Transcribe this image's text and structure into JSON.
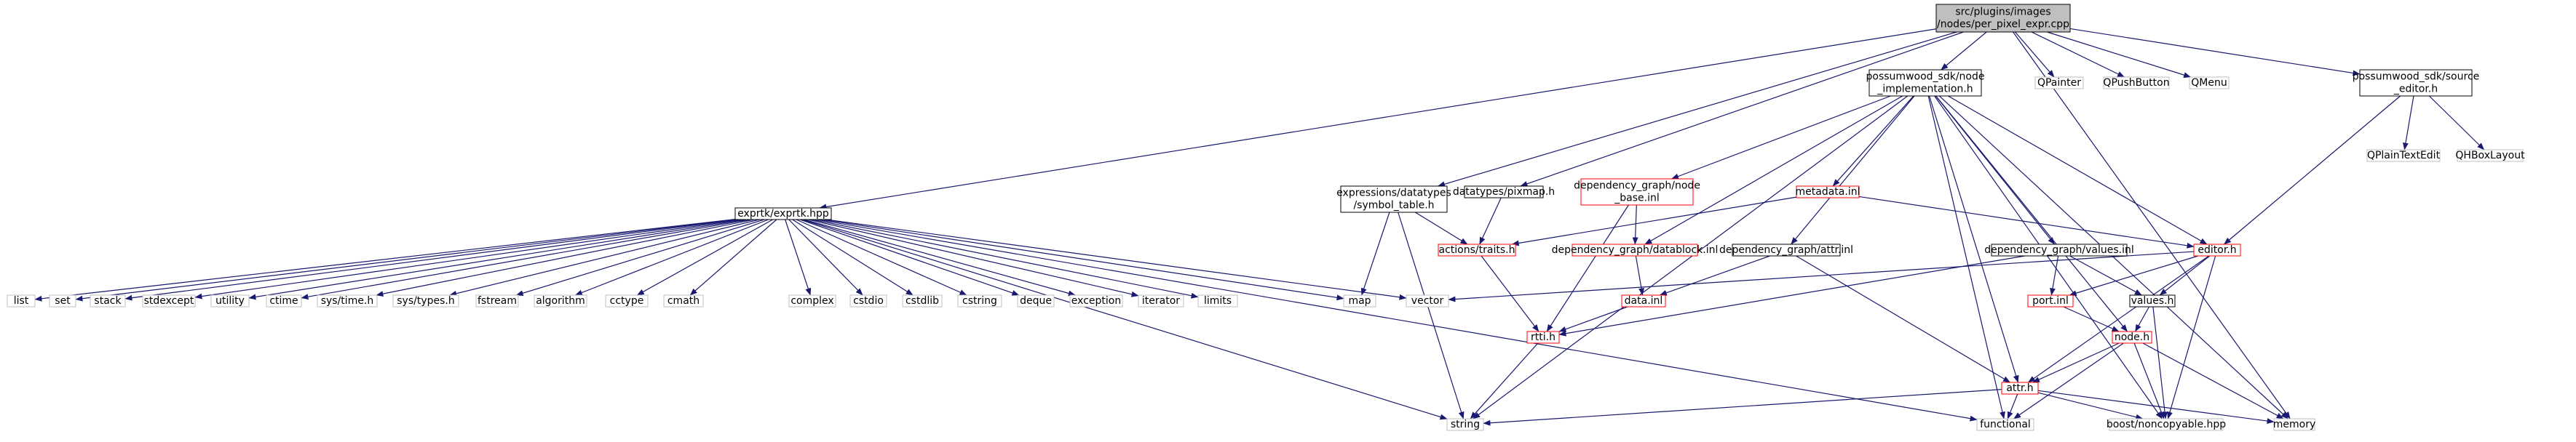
{
  "colors": {
    "edge": "#191970",
    "border_default": "#000000",
    "border_incomplete": "#ff0000",
    "border_external": "#bfbfbf",
    "root_fill": "#bfbfbf",
    "node_fill": "#ffffff"
  },
  "nodes": [
    {
      "id": "root",
      "lines": [
        "src/plugins/images",
        "/nodes/per_pixel_expr.cpp"
      ],
      "style": "root"
    },
    {
      "id": "exprtk",
      "lines": [
        "exprtk/exprtk.hpp"
      ],
      "style": "default"
    },
    {
      "id": "symtab",
      "lines": [
        "expressions/datatypes",
        "/symbol_table.h"
      ],
      "style": "default"
    },
    {
      "id": "pixmap",
      "lines": [
        "datatypes/pixmap.h"
      ],
      "style": "default"
    },
    {
      "id": "nodeimpl",
      "lines": [
        "possumwood_sdk/node",
        "_implementation.h"
      ],
      "style": "default"
    },
    {
      "id": "qpainter",
      "lines": [
        "QPainter"
      ],
      "style": "external"
    },
    {
      "id": "qpushbutton",
      "lines": [
        "QPushButton"
      ],
      "style": "external"
    },
    {
      "id": "qmenu",
      "lines": [
        "QMenu"
      ],
      "style": "external"
    },
    {
      "id": "srceditor",
      "lines": [
        "possumwood_sdk/source",
        "_editor.h"
      ],
      "style": "default"
    },
    {
      "id": "qplaintextedit",
      "lines": [
        "QPlainTextEdit"
      ],
      "style": "external"
    },
    {
      "id": "qhboxlayout",
      "lines": [
        "QHBoxLayout"
      ],
      "style": "external"
    },
    {
      "id": "depnodebase",
      "lines": [
        "dependency_graph/node",
        "_base.inl"
      ],
      "style": "incomplete"
    },
    {
      "id": "metadata",
      "lines": [
        "metadata.inl"
      ],
      "style": "incomplete"
    },
    {
      "id": "actionstraits",
      "lines": [
        "actions/traits.h"
      ],
      "style": "incomplete"
    },
    {
      "id": "datablock",
      "lines": [
        "dependency_graph/datablock.inl"
      ],
      "style": "incomplete"
    },
    {
      "id": "depattr",
      "lines": [
        "dependency_graph/attr.inl"
      ],
      "style": "default"
    },
    {
      "id": "depvalues",
      "lines": [
        "dependency_graph/values.inl"
      ],
      "style": "default"
    },
    {
      "id": "editor",
      "lines": [
        "editor.h"
      ],
      "style": "incomplete"
    },
    {
      "id": "list",
      "lines": [
        "list"
      ],
      "style": "external"
    },
    {
      "id": "set",
      "lines": [
        "set"
      ],
      "style": "external"
    },
    {
      "id": "stack",
      "lines": [
        "stack"
      ],
      "style": "external"
    },
    {
      "id": "stdexcept",
      "lines": [
        "stdexcept"
      ],
      "style": "external"
    },
    {
      "id": "utility",
      "lines": [
        "utility"
      ],
      "style": "external"
    },
    {
      "id": "ctime",
      "lines": [
        "ctime"
      ],
      "style": "external"
    },
    {
      "id": "systime",
      "lines": [
        "sys/time.h"
      ],
      "style": "external"
    },
    {
      "id": "systypes",
      "lines": [
        "sys/types.h"
      ],
      "style": "external"
    },
    {
      "id": "fstream",
      "lines": [
        "fstream"
      ],
      "style": "external"
    },
    {
      "id": "algorithm",
      "lines": [
        "algorithm"
      ],
      "style": "external"
    },
    {
      "id": "cctype",
      "lines": [
        "cctype"
      ],
      "style": "external"
    },
    {
      "id": "cmath",
      "lines": [
        "cmath"
      ],
      "style": "external"
    },
    {
      "id": "complex",
      "lines": [
        "complex"
      ],
      "style": "external"
    },
    {
      "id": "cstdio",
      "lines": [
        "cstdio"
      ],
      "style": "external"
    },
    {
      "id": "cstdlib",
      "lines": [
        "cstdlib"
      ],
      "style": "external"
    },
    {
      "id": "cstring",
      "lines": [
        "cstring"
      ],
      "style": "external"
    },
    {
      "id": "deque",
      "lines": [
        "deque"
      ],
      "style": "external"
    },
    {
      "id": "exception",
      "lines": [
        "exception"
      ],
      "style": "external"
    },
    {
      "id": "iterator",
      "lines": [
        "iterator"
      ],
      "style": "external"
    },
    {
      "id": "limits",
      "lines": [
        "limits"
      ],
      "style": "external"
    },
    {
      "id": "map",
      "lines": [
        "map"
      ],
      "style": "external"
    },
    {
      "id": "vector",
      "lines": [
        "vector"
      ],
      "style": "external"
    },
    {
      "id": "datainl",
      "lines": [
        "data.inl"
      ],
      "style": "incomplete"
    },
    {
      "id": "portinl",
      "lines": [
        "port.inl"
      ],
      "style": "incomplete"
    },
    {
      "id": "valuesh",
      "lines": [
        "values.h"
      ],
      "style": "default"
    },
    {
      "id": "rtti",
      "lines": [
        "rtti.h"
      ],
      "style": "incomplete"
    },
    {
      "id": "nodeh",
      "lines": [
        "node.h"
      ],
      "style": "incomplete"
    },
    {
      "id": "attrh",
      "lines": [
        "attr.h"
      ],
      "style": "incomplete"
    },
    {
      "id": "string",
      "lines": [
        "string"
      ],
      "style": "external"
    },
    {
      "id": "functional",
      "lines": [
        "functional"
      ],
      "style": "external"
    },
    {
      "id": "noncopyable",
      "lines": [
        "boost/noncopyable.hpp"
      ],
      "style": "external"
    },
    {
      "id": "memory",
      "lines": [
        "memory"
      ],
      "style": "external"
    }
  ],
  "edges": [
    [
      "root",
      "exprtk"
    ],
    [
      "root",
      "symtab"
    ],
    [
      "root",
      "pixmap"
    ],
    [
      "root",
      "nodeimpl"
    ],
    [
      "root",
      "qpainter"
    ],
    [
      "root",
      "qpushbutton"
    ],
    [
      "root",
      "qmenu"
    ],
    [
      "root",
      "srceditor"
    ],
    [
      "root",
      "memory"
    ],
    [
      "exprtk",
      "list"
    ],
    [
      "exprtk",
      "set"
    ],
    [
      "exprtk",
      "stack"
    ],
    [
      "exprtk",
      "stdexcept"
    ],
    [
      "exprtk",
      "utility"
    ],
    [
      "exprtk",
      "ctime"
    ],
    [
      "exprtk",
      "systime"
    ],
    [
      "exprtk",
      "systypes"
    ],
    [
      "exprtk",
      "fstream"
    ],
    [
      "exprtk",
      "algorithm"
    ],
    [
      "exprtk",
      "cctype"
    ],
    [
      "exprtk",
      "cmath"
    ],
    [
      "exprtk",
      "complex"
    ],
    [
      "exprtk",
      "cstdio"
    ],
    [
      "exprtk",
      "cstdlib"
    ],
    [
      "exprtk",
      "cstring"
    ],
    [
      "exprtk",
      "deque"
    ],
    [
      "exprtk",
      "exception"
    ],
    [
      "exprtk",
      "iterator"
    ],
    [
      "exprtk",
      "limits"
    ],
    [
      "exprtk",
      "map"
    ],
    [
      "exprtk",
      "vector"
    ],
    [
      "exprtk",
      "string"
    ],
    [
      "exprtk",
      "functional"
    ],
    [
      "symtab",
      "actionstraits"
    ],
    [
      "symtab",
      "map"
    ],
    [
      "symtab",
      "string"
    ],
    [
      "pixmap",
      "actionstraits"
    ],
    [
      "nodeimpl",
      "depnodebase"
    ],
    [
      "nodeimpl",
      "metadata"
    ],
    [
      "nodeimpl",
      "datablock"
    ],
    [
      "nodeimpl",
      "depattr"
    ],
    [
      "nodeimpl",
      "depvalues"
    ],
    [
      "nodeimpl",
      "editor"
    ],
    [
      "nodeimpl",
      "nodeh"
    ],
    [
      "nodeimpl",
      "attrh"
    ],
    [
      "nodeimpl",
      "string"
    ],
    [
      "nodeimpl",
      "functional"
    ],
    [
      "nodeimpl",
      "noncopyable"
    ],
    [
      "nodeimpl",
      "memory"
    ],
    [
      "srceditor",
      "qplaintextedit"
    ],
    [
      "srceditor",
      "qhboxlayout"
    ],
    [
      "srceditor",
      "editor"
    ],
    [
      "depnodebase",
      "datablock"
    ],
    [
      "depnodebase",
      "rtti"
    ],
    [
      "metadata",
      "actionstraits"
    ],
    [
      "metadata",
      "editor"
    ],
    [
      "actionstraits",
      "rtti"
    ],
    [
      "datablock",
      "datainl"
    ],
    [
      "depattr",
      "datainl"
    ],
    [
      "depattr",
      "attrh"
    ],
    [
      "depvalues",
      "portinl"
    ],
    [
      "depvalues",
      "valuesh"
    ],
    [
      "depvalues",
      "rtti"
    ],
    [
      "editor",
      "vector"
    ],
    [
      "editor",
      "portinl"
    ],
    [
      "editor",
      "valuesh"
    ],
    [
      "editor",
      "attrh"
    ],
    [
      "editor",
      "noncopyable"
    ],
    [
      "datainl",
      "rtti"
    ],
    [
      "portinl",
      "nodeh"
    ],
    [
      "valuesh",
      "nodeh"
    ],
    [
      "valuesh",
      "noncopyable"
    ],
    [
      "rtti",
      "string"
    ],
    [
      "nodeh",
      "attrh"
    ],
    [
      "nodeh",
      "functional"
    ],
    [
      "nodeh",
      "noncopyable"
    ],
    [
      "nodeh",
      "memory"
    ],
    [
      "attrh",
      "string"
    ],
    [
      "attrh",
      "functional"
    ],
    [
      "attrh",
      "noncopyable"
    ],
    [
      "attrh",
      "memory"
    ]
  ]
}
